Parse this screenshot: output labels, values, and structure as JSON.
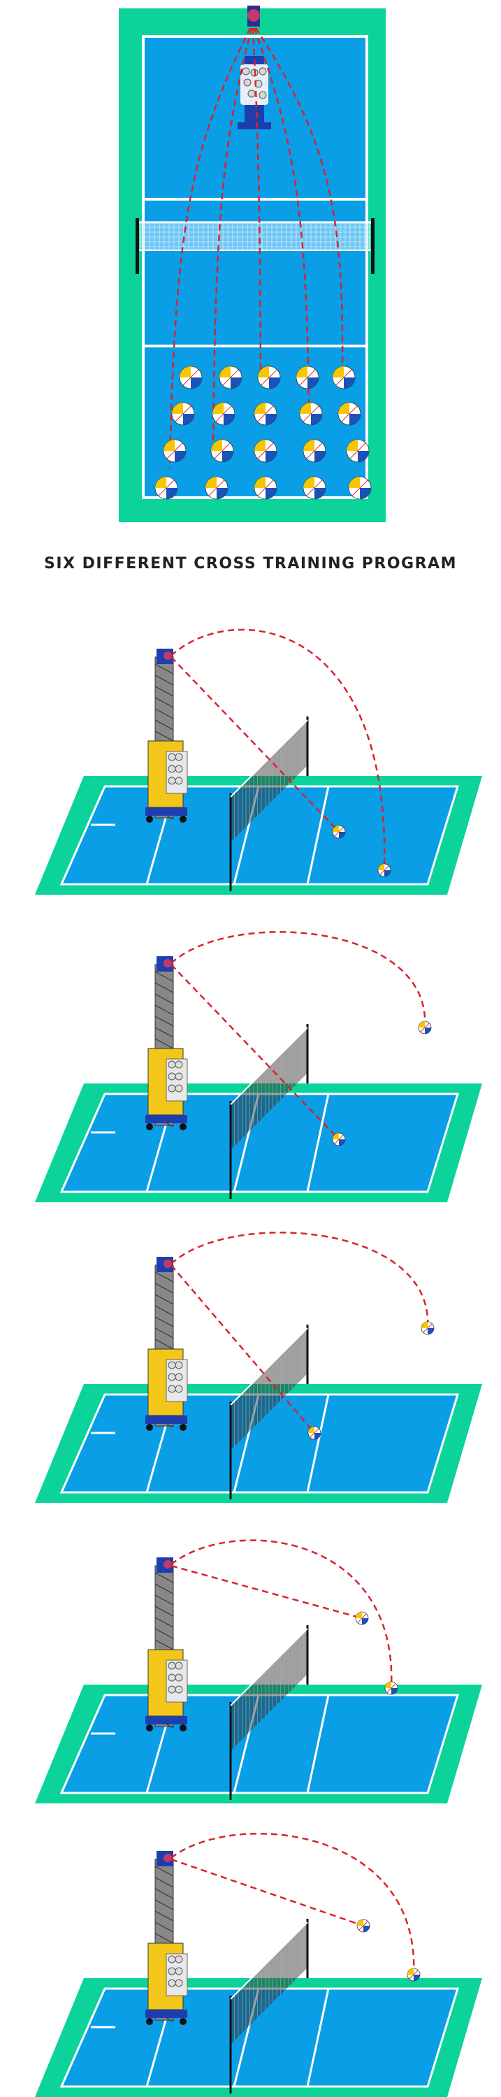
{
  "title": "SIX DIFFERENT CROSS TRAINING PROGRAM",
  "colors": {
    "court_blue": "#0a9ee6",
    "court_green": "#0bd39a",
    "line_white": "#ffffff",
    "trajectory_red": "#d9232d",
    "machine_blue": "#1d3fae",
    "machine_yellow": "#f2c71a",
    "ball_yellow": "#f6c700",
    "ball_blue": "#1b52b8"
  },
  "top_view": {
    "ball_grid_rows": 4,
    "ball_grid_cols": 5,
    "trajectory_count": 5
  },
  "programs": [
    {
      "id": 1,
      "targets": [
        "mid-near",
        "far-right"
      ]
    },
    {
      "id": 2,
      "targets": [
        "mid-near",
        "far-back"
      ]
    },
    {
      "id": 3,
      "targets": [
        "near-center",
        "far-back"
      ]
    },
    {
      "id": 4,
      "targets": [
        "mid-far",
        "far-right"
      ]
    },
    {
      "id": 5,
      "targets": [
        "mid-far",
        "far-right"
      ]
    }
  ]
}
